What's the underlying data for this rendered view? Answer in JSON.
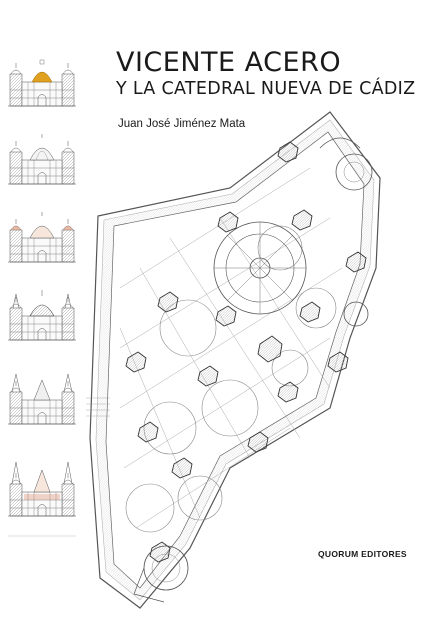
{
  "cover": {
    "title_line1": "VICENTE ACERO",
    "title_line2": "Y LA CATEDRAL NUEVA DE CÁDIZ",
    "author": "Juan José Jiménez Mata",
    "publisher": "QUORUM EDITORES"
  },
  "colors": {
    "background": "#ffffff",
    "text": "#1a1a1a",
    "line": "#555555",
    "dome_gold": "#e0a020",
    "dome_red": "#d98a6a"
  },
  "illustrations": {
    "facade_variants": [
      "facade-drawing",
      "facade-drawing",
      "facade-drawing",
      "facade-drawing",
      "facade-drawing",
      "facade-drawing"
    ],
    "plan": "cathedral-floor-plan"
  }
}
